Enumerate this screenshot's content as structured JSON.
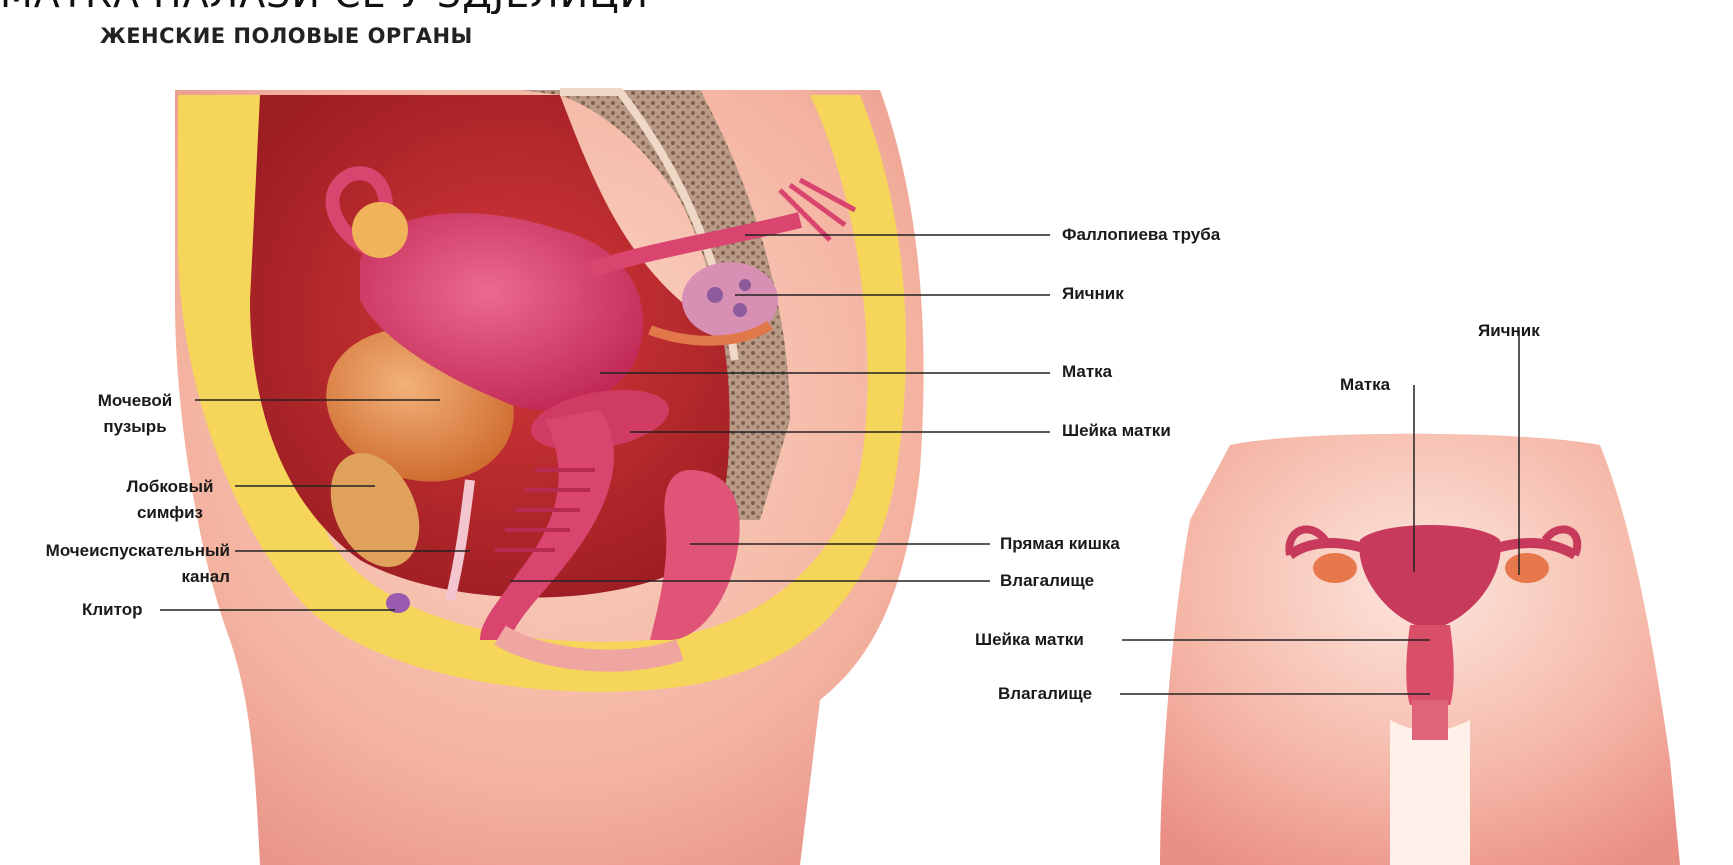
{
  "header": {
    "slide_title": "МАТКА НАЛАЗИ СЕ У ЗДЈЕЛИЦИ",
    "title": "ЖЕНСКИЕ ПОЛОВЫЕ ОРГАНЫ"
  },
  "side_view": {
    "labels_right": {
      "fallopian_tube": "Фаллопиева труба",
      "ovary": "Яичник",
      "uterus": "Матка",
      "cervix": "Шейка матки",
      "rectum": "Прямая кишка",
      "vagina": "Влагалище"
    },
    "labels_left": {
      "bladder_line1": "Мочевой",
      "bladder_line2": "пузырь",
      "pubic_line1": "Лобковый",
      "pubic_line2": "симфиз",
      "urethra_line1": "Мочеиспускательный",
      "urethra_line2": "канал",
      "clitoris": "Клитор"
    }
  },
  "front_view": {
    "ovary": "Яичник",
    "uterus": "Матка",
    "cervix": "Шейка матки",
    "vagina": "Влагалище"
  },
  "colors": {
    "skin": "#f4b9a8",
    "skin_light": "#fbd9cc",
    "fat": "#f5d65a",
    "uterus": "#d9456e",
    "bladder": "#e3884a",
    "cavity": "#b9232d",
    "spine": "#9a7c6a"
  }
}
